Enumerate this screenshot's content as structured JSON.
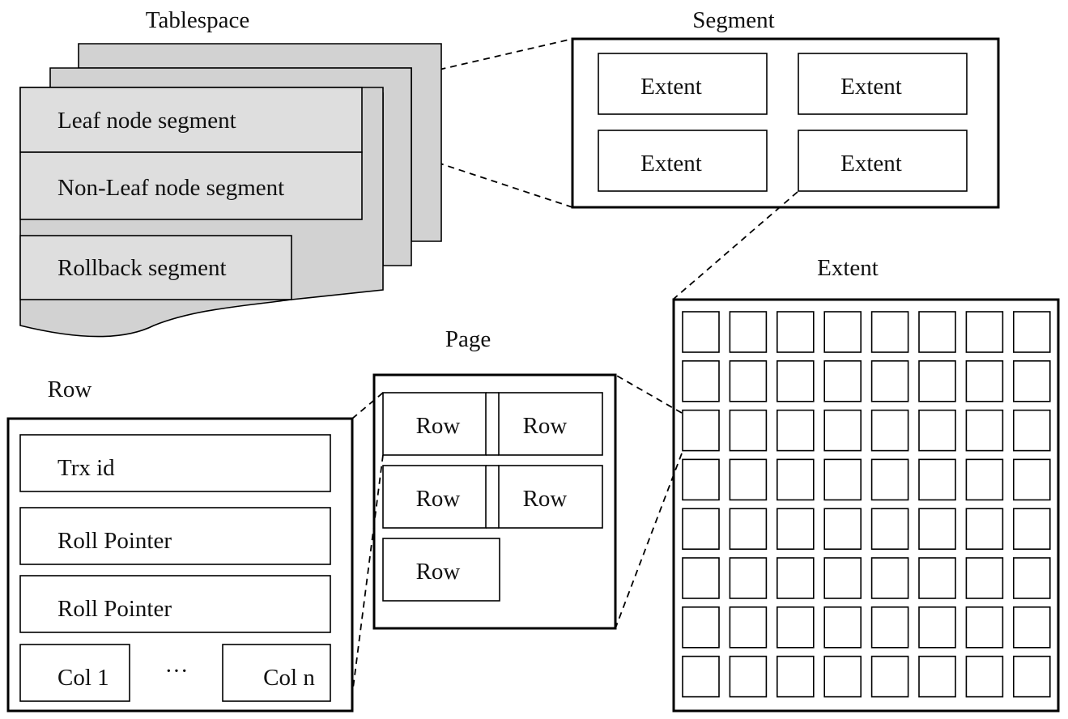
{
  "colors": {
    "sheet_back": "#d2d2d2",
    "sheet_front": "#dedede",
    "line": "#000000",
    "text": "#111111"
  },
  "tablespace": {
    "title": "Tablespace",
    "segments": [
      "Leaf node segment",
      "Non-Leaf node segment",
      "Rollback segment"
    ]
  },
  "segment": {
    "title": "Segment",
    "extents": [
      "Extent",
      "Extent",
      "Extent",
      "Extent"
    ]
  },
  "extent": {
    "title": "Extent",
    "grid": {
      "rows": 8,
      "cols": 8
    }
  },
  "page": {
    "title": "Page",
    "rows": [
      "Row",
      "Row",
      "Row",
      "Row",
      "Row"
    ]
  },
  "row": {
    "title": "Row",
    "fields": [
      "Trx id",
      "Roll Pointer",
      "Roll Pointer"
    ],
    "columns": {
      "first": "Col 1",
      "ellipsis": "···",
      "last": "Col n"
    }
  }
}
